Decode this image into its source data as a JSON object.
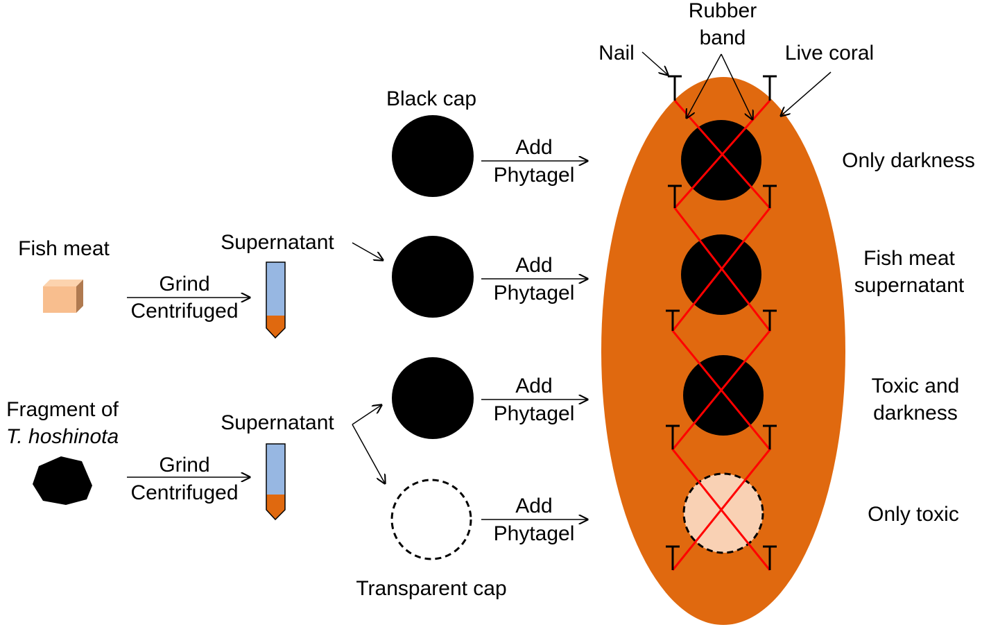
{
  "colors": {
    "coral_orange": "#E0690F",
    "fish_meat_face": "#F8BE8E",
    "fish_meat_side": "#B07A50",
    "tube_liquid": "#97B7E2",
    "tube_pellet": "#E0690F",
    "transparent_fill": "#F9D1B4",
    "rubber_band": "#FF0000",
    "black": "#000000"
  },
  "labels": {
    "fish_meat": "Fish meat",
    "fragment_line1": "Fragment of",
    "fragment_line2": "T. hoshinota",
    "grind": "Grind",
    "centrifuged": "Centrifuged",
    "supernatant": "Supernatant",
    "black_cap": "Black cap",
    "transparent_cap": "Transparent cap",
    "add": "Add",
    "phytagel": "Phytagel",
    "nail": "Nail",
    "rubber_line1": "Rubber",
    "rubber_line2": "band",
    "live_coral": "Live coral",
    "only_darkness": "Only darkness",
    "fish_meat_sup_line1": "Fish meat",
    "fish_meat_sup_line2": "supernatant",
    "toxic_dark_line1": "Toxic and",
    "toxic_dark_line2": "darkness",
    "only_toxic": "Only toxic"
  },
  "icons": {
    "fish_meat": "cube-icon",
    "fragment": "rock-fragment-icon",
    "tube": "centrifuge-tube-icon",
    "cap": "cap-circle-icon",
    "nail": "nail-icon"
  }
}
